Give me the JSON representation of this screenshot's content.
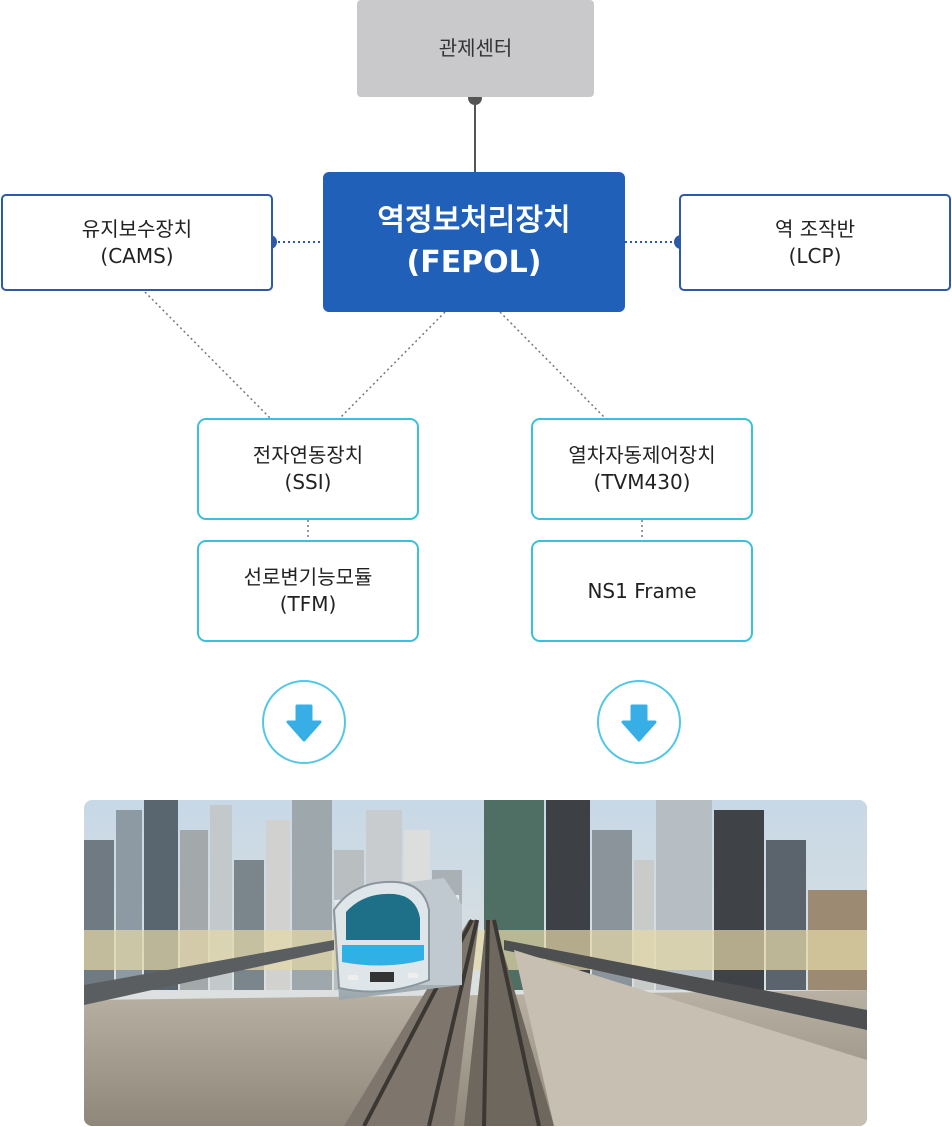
{
  "nodes": {
    "control_center": {
      "label": "관제센터"
    },
    "fepol": {
      "line1": "역정보처리장치",
      "line2": "(FEPOL)"
    },
    "cams": {
      "line1": "유지보수장치",
      "line2": "(CAMS)"
    },
    "lcp": {
      "line1": "역 조작반",
      "line2": "(LCP)"
    },
    "ssi": {
      "line1": "전자연동장치",
      "line2": "(SSI)"
    },
    "tfm": {
      "line1": "선로변기능모듈",
      "line2": "(TFM)"
    },
    "tvm": {
      "line1": "열차자동제어장치",
      "line2": "(TVM430)"
    },
    "ns1": {
      "label": "NS1 Frame"
    }
  },
  "colors": {
    "fepol_fill": "#2160b8",
    "navy_border": "#2c5aa8",
    "cyan_border": "#39c0dc",
    "arrow_fill": "#38aee6",
    "control_fill": "#c9c9cb"
  },
  "icons": [
    "down-arrow-icon",
    "down-arrow-icon"
  ],
  "image": {
    "subject": "metro-train-photo"
  }
}
